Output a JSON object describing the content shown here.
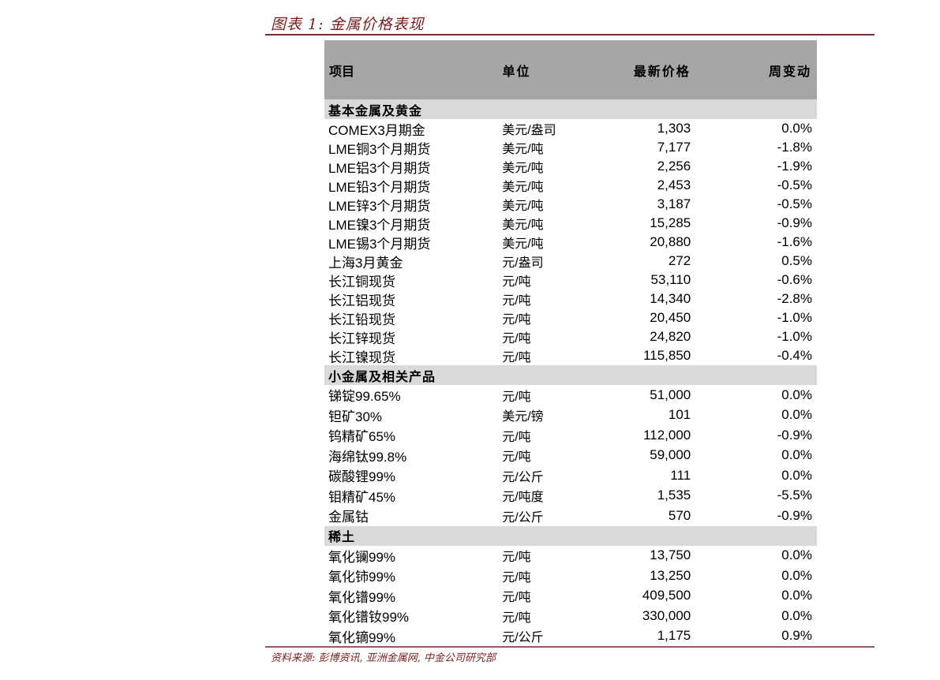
{
  "figure": {
    "title": "图表 1: 金属价格表现",
    "source": "资料来源: 彭博资讯, 亚洲金属网, 中金公司研究部"
  },
  "table": {
    "headers": {
      "item": "项目",
      "unit": "单位",
      "price": "最新价格",
      "change": "周变动"
    },
    "sections": [
      {
        "name": "基本金属及黄金",
        "rows": [
          {
            "item": "COMEX3月期金",
            "unit": "美元/盎司",
            "price": "1,303",
            "change": "0.0%"
          },
          {
            "item": "LME铜3个月期货",
            "unit": "美元/吨",
            "price": "7,177",
            "change": "-1.8%"
          },
          {
            "item": "LME铝3个月期货",
            "unit": "美元/吨",
            "price": "2,256",
            "change": "-1.9%"
          },
          {
            "item": "LME铅3个月期货",
            "unit": "美元/吨",
            "price": "2,453",
            "change": "-0.5%"
          },
          {
            "item": "LME锌3个月期货",
            "unit": "美元/吨",
            "price": "3,187",
            "change": "-0.5%"
          },
          {
            "item": "LME镍3个月期货",
            "unit": "美元/吨",
            "price": "15,285",
            "change": "-0.9%"
          },
          {
            "item": "LME锡3个月期货",
            "unit": "美元/吨",
            "price": "20,880",
            "change": "-1.6%"
          },
          {
            "item": "上海3月黄金",
            "unit": "元/盎司",
            "price": "272",
            "change": "0.5%"
          },
          {
            "item": "长江铜现货",
            "unit": "元/吨",
            "price": "53,110",
            "change": "-0.6%"
          },
          {
            "item": "长江铝现货",
            "unit": "元/吨",
            "price": "14,340",
            "change": "-2.8%"
          },
          {
            "item": "长江铅现货",
            "unit": "元/吨",
            "price": "20,450",
            "change": "-1.0%"
          },
          {
            "item": "长江锌现货",
            "unit": "元/吨",
            "price": "24,820",
            "change": "-1.0%"
          },
          {
            "item": "长江镍现货",
            "unit": "元/吨",
            "price": "115,850",
            "change": "-0.4%"
          }
        ]
      },
      {
        "name": "小金属及相关产品",
        "rows": [
          {
            "item": "锑锭99.65%",
            "unit": "元/吨",
            "price": "51,000",
            "change": "0.0%"
          },
          {
            "item": "钽矿30%",
            "unit": "美元/镑",
            "price": "101",
            "change": "0.0%"
          },
          {
            "item": "钨精矿65%",
            "unit": "元/吨",
            "price": "112,000",
            "change": "-0.9%"
          },
          {
            "item": "海绵钛99.8%",
            "unit": "元/吨",
            "price": "59,000",
            "change": "0.0%"
          },
          {
            "item": "碳酸锂99%",
            "unit": "元/公斤",
            "price": "111",
            "change": "0.0%"
          },
          {
            "item": "钼精矿45%",
            "unit": "元/吨度",
            "price": "1,535",
            "change": "-5.5%"
          },
          {
            "item": "金属钴",
            "unit": "元/公斤",
            "price": "570",
            "change": "-0.9%"
          }
        ]
      },
      {
        "name": "稀土",
        "rows": [
          {
            "item": "氧化镧99%",
            "unit": "元/吨",
            "price": "13,750",
            "change": "0.0%"
          },
          {
            "item": "氧化铈99%",
            "unit": "元/吨",
            "price": "13,250",
            "change": "0.0%"
          },
          {
            "item": "氧化镨99%",
            "unit": "元/吨",
            "price": "409,500",
            "change": "0.0%"
          },
          {
            "item": "氧化镨钕99%",
            "unit": "元/吨",
            "price": "330,000",
            "change": "0.0%"
          },
          {
            "item": "氧化镝99%",
            "unit": "元/公斤",
            "price": "1,175",
            "change": "0.9%"
          }
        ]
      }
    ]
  },
  "colors": {
    "header_bg": "#a6a6a6",
    "section_bg": "#d9d9d9",
    "accent": "#7b1c1c"
  }
}
